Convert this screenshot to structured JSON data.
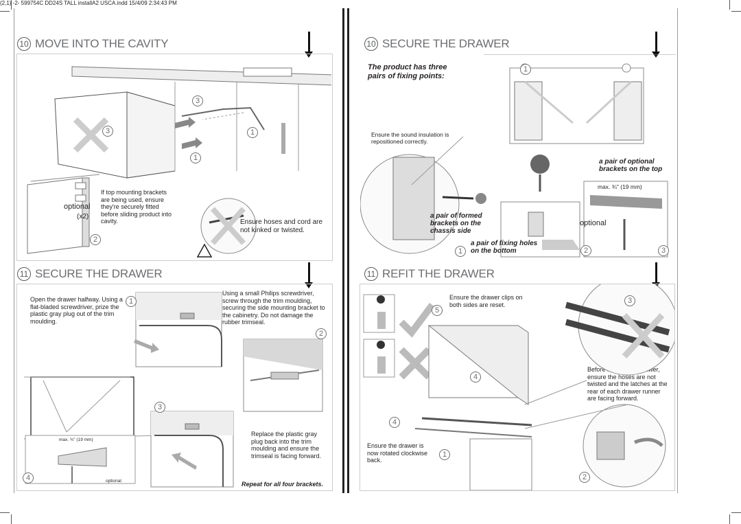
{
  "slug": "(2,1)  -2- 599754C DD24S TALL installA2 USCA.indd 15/4/09 2:34:43 PM",
  "left": {
    "s10": {
      "num": "10",
      "title": "MOVE INTO THE CAVITY",
      "note_top_mount": "If top mounting brackets are being used, ensure they're securely fitted before sliding product into cavity.",
      "optional": "optional",
      "x2": "(x2)",
      "hoses": "Ensure hoses and cord are not kinked or twisted.",
      "steps": [
        "3",
        "3",
        "1",
        "1",
        "2"
      ]
    },
    "s11": {
      "num": "11",
      "title": "SECURE THE DRAWER",
      "open": "Open the drawer halfway. Using a flat-bladed screwdriver, prize the plastic gray plug out of the trim moulding.",
      "screw": "Using a small Philips screwdriver, screw through the trim moulding, securing the side mounting bracket to the cabinetry. Do not damage the rubber trimseal.",
      "replace": "Replace the plastic gray plug back into the trim moulding and ensure the trimseal is facing forward.",
      "repeat": "Repeat for all four brackets.",
      "max": "max. ¾\" (19 mm)",
      "optional": "optional",
      "steps": [
        "1",
        "2",
        "3",
        "4"
      ]
    }
  },
  "right": {
    "s10": {
      "num": "10",
      "title": "SECURE THE DRAWER",
      "three_pairs": "The product has three pairs of fixing points:",
      "insulation": "Ensure the sound insulation is repositioned correctly.",
      "optional_top": "a pair of optional brackets on the top",
      "max": "max. ¾\" (19 mm)",
      "formed": "a pair of formed brackets on the chassis side",
      "optional": "optional",
      "fixing": "a pair of fixing holes on the bottom",
      "steps": [
        "1",
        "2",
        "3"
      ]
    },
    "s11": {
      "num": "11",
      "title": "REFIT THE DRAWER",
      "clips": "Ensure the drawer clips on both sides are reset.",
      "rotated": "Ensure the drawer is now rotated clockwise back.",
      "hoses": "Before refitting the drawer, ensure the hoses are not twisted and the latches at the rear of each drawer runner are facing forward.",
      "steps": [
        "5",
        "4",
        "4",
        "1",
        "3",
        "2"
      ]
    }
  }
}
